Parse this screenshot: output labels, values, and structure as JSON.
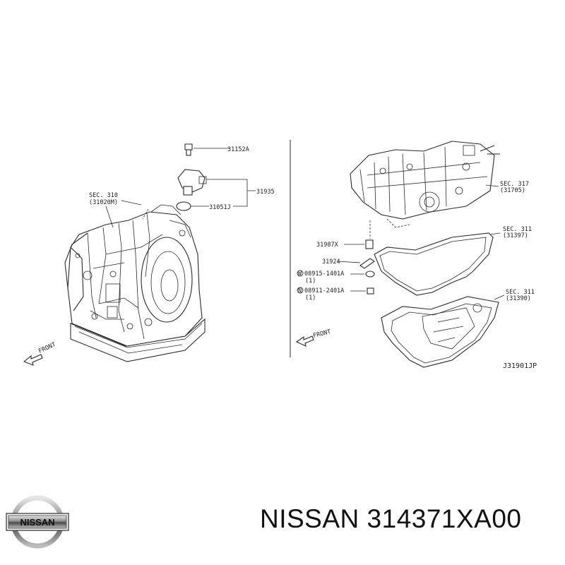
{
  "left_view": {
    "sec_label": "SEC. 310",
    "sec_sub": "(31020M)",
    "front_label": "FRONT",
    "parts": [
      {
        "id": "bolt",
        "label": "31152A"
      },
      {
        "id": "assy",
        "label": "31935"
      },
      {
        "id": "oring",
        "label": "31051J"
      }
    ]
  },
  "right_view": {
    "sec_317": {
      "label": "SEC. 317",
      "sub": "(31705)"
    },
    "sec_311a": {
      "label": "SEC. 311",
      "sub": "(31397)"
    },
    "sec_311b": {
      "label": "SEC. 311",
      "sub": "(31390)"
    },
    "front_label": "FRONT",
    "parts": [
      {
        "id": "p31987x",
        "label": "31987X"
      },
      {
        "id": "p31924",
        "label": "31924"
      },
      {
        "id": "p08915",
        "label": "08915-1401A",
        "qty": "(1)"
      },
      {
        "id": "p08911",
        "label": "08911-2401A",
        "qty": "(1)"
      }
    ],
    "diagram_ref": "J31901JP"
  },
  "footer": {
    "brand": "NISSAN",
    "part_number": "NISSAN 314371XA00"
  },
  "icons": [
    "front-arrow-icon",
    "washer-symbol-icon",
    "nut-symbol-icon",
    "nissan-logo-icon"
  ]
}
